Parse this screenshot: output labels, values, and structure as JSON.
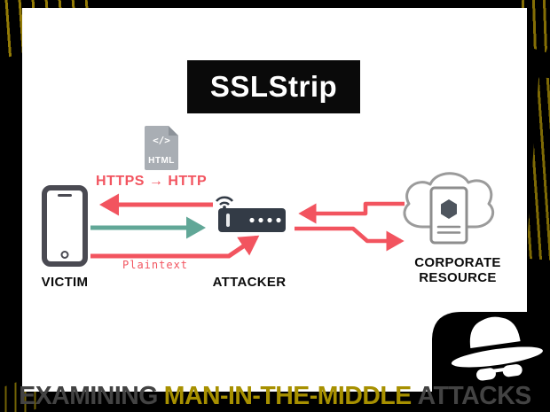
{
  "title": "SSLStrip",
  "diagram": {
    "https_http_label": "HTTPS → HTTP",
    "plaintext_label": "Plaintext",
    "victim_label": "VICTIM",
    "attacker_label": "ATTACKER",
    "resource_label": "CORPORATE RESOURCE",
    "html_icon": {
      "code": "</>",
      "label": "HTML"
    }
  },
  "footer": {
    "prefix": "EXAMINING",
    "highlight": "MAN-IN-THE-MIDDLE",
    "suffix": "ATTACKS"
  },
  "colors": {
    "arrow_red": "#f2545f",
    "arrow_teal": "#61a797",
    "router_dark": "#333b46",
    "footer_yellow": "#a79000",
    "footer_gray": "#434343",
    "card_bg": "#ffffff",
    "frame_bg": "#000000",
    "scratch_yellow": "#b89a08"
  }
}
